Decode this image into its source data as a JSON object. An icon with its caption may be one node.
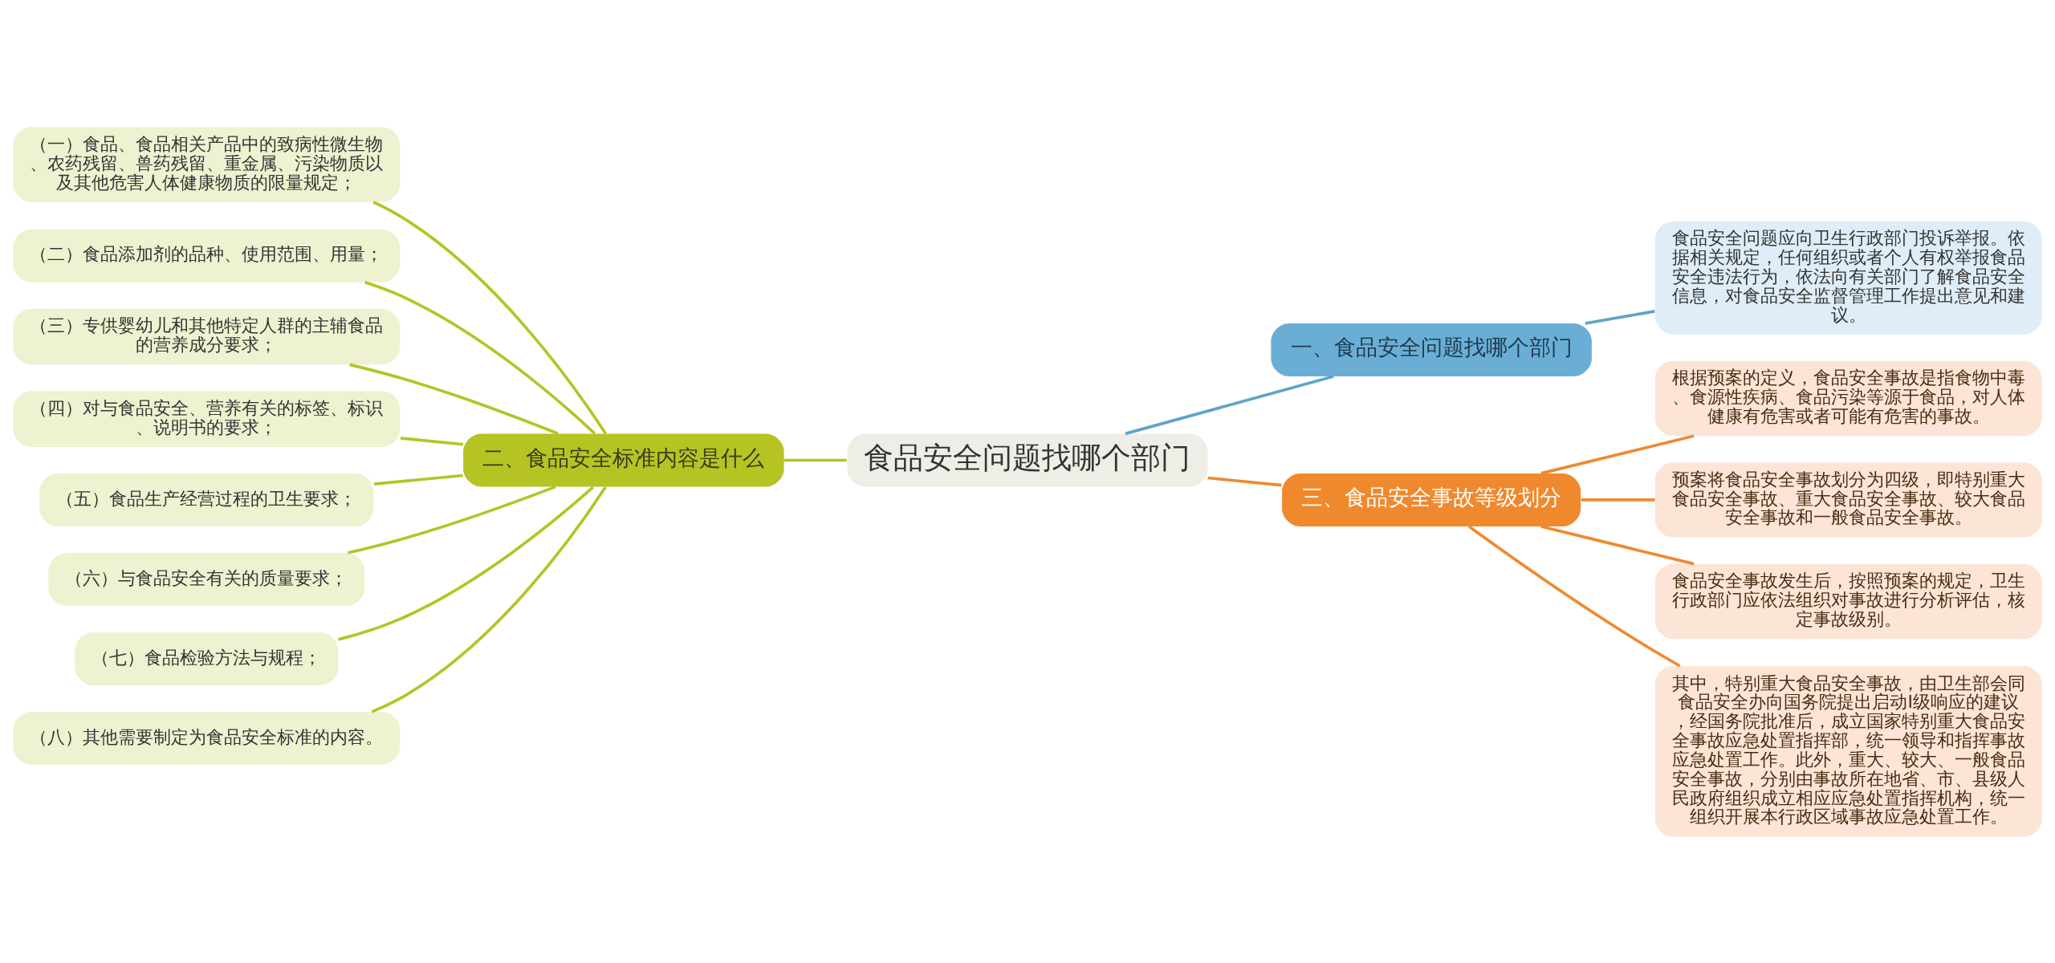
{
  "diagram": {
    "nodes": [
      {
        "text": [
          "食品安全问题找哪个部门"
        ]
      },
      {
        "text": [
          "一、食品安全问题找哪个部门"
        ]
      },
      {
        "text": [
          "食品安全问题应向卫生行政部门投诉举报。依据相关规定，任何组织或者个人有权举报食品安全违法行为，依法向有关部门了解食品安全信息，对食品安全监督管理工作提出意见和建议。"
        ]
      },
      {
        "text": [
          "二、食品安全标准内容是什么"
        ]
      },
      {
        "text": [
          "（一）食品、食品相关产品中的致病性微生物、农药残留、兽药残留、重金属、污染物质以及其他危害人体健康物质的限量规定；"
        ]
      },
      {
        "text": [
          "（二）食品添加剂的品种、使用范围、用量；"
        ]
      },
      {
        "text": [
          "（三）专供婴幼儿和其他特定人群的主辅食品的营养成分要求；"
        ]
      },
      {
        "text": [
          "（四）对与食品安全、营养有关的标签、标识、说明书的要求；"
        ]
      },
      {
        "text": [
          "（五）食品生产经营过程的卫生要求；"
        ]
      },
      {
        "text": [
          "（六）与食品安全有关的质量要求；"
        ]
      },
      {
        "text": [
          "（七）食品检验方法与规程；"
        ]
      },
      {
        "text": [
          "（八）其他需要制定为食品安全标准的内容。"
        ]
      },
      {
        "text": [
          "三、食品安全事故等级划分"
        ]
      },
      {
        "text": [
          "根据预案的定义，食品安全事故是指食物中毒、食源性疾病、食品污染等源于食品，对人体健康有危害或者可能有危害的事故。"
        ]
      },
      {
        "text": [
          "预案将食品安全事故划分为四级，即特别重大食品安全事故、重大食品安全事故、较大食品安全事故和一般食品安全事故。"
        ]
      },
      {
        "text": [
          "食品安全事故发生后，按照预案的规定，卫生行政部门应依法组织对事故进行分析评估，核定事故级别。"
        ]
      },
      {
        "text": [
          "其中，特别重大食品安全事故，由卫生部会同食品安全办向国务院提出启动I级响应的建议，经国务院批准后，成立国家特别重大食品安全事故应急处置指挥部，统一领导和指挥事故应急处置工作。此外，重大、较大、一般食品安全事故，分别由事故所在地省、市、县级人民政府组织成立相应应急处置指挥机构，统一组织开展本行政区域事故应急处置工作。"
        ]
      }
    ],
    "edges": [
      {
        "from": 0,
        "to": 1,
        "arrow": "none",
        "color": "#5fa4c9"
      },
      {
        "from": 1,
        "to": 2,
        "arrow": "none",
        "color": "#5fa4c9"
      },
      {
        "from": 0,
        "to": 3,
        "arrow": "none"
      },
      {
        "from": 3,
        "to": 4,
        "arrow": "none"
      },
      {
        "from": 3,
        "to": 5,
        "arrow": "none"
      },
      {
        "from": 3,
        "to": 6,
        "arrow": "none"
      },
      {
        "from": 3,
        "to": 7,
        "arrow": "none"
      },
      {
        "from": 3,
        "to": 8,
        "arrow": "none"
      },
      {
        "from": 3,
        "to": 9,
        "arrow": "none"
      },
      {
        "from": 3,
        "to": 10,
        "arrow": "none"
      },
      {
        "from": 3,
        "to": 11,
        "arrow": "none"
      },
      {
        "from": 0,
        "to": 12,
        "arrow": "none",
        "color": "#ee8a30"
      },
      {
        "from": 12,
        "to": 13,
        "arrow": "none",
        "color": "#ee8a30"
      },
      {
        "from": 12,
        "to": 14,
        "arrow": "none",
        "color": "#ee8a30"
      },
      {
        "from": 12,
        "to": 15,
        "arrow": "none",
        "color": "#ee8a30"
      },
      {
        "from": 12,
        "to": 16,
        "arrow": "none",
        "color": "#ee8a30"
      }
    ]
  }
}
